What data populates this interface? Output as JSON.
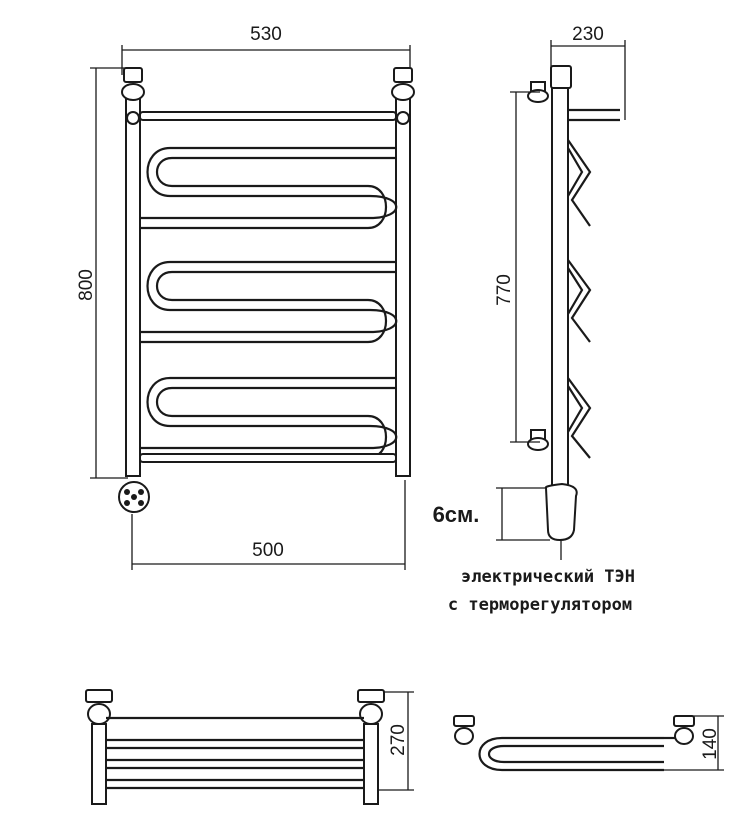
{
  "dimensions": {
    "overall_width": "530",
    "depth": "230",
    "height": "800",
    "riser_height": "770",
    "center_distance": "500",
    "heater_length": "6см.",
    "bottom_depth": "270",
    "side_depth": "140"
  },
  "heater_label": {
    "line1": "электрический  ТЭН",
    "line2": "с терморегулятором"
  },
  "colors": {
    "ink": "#1a1a1a",
    "background": "#ffffff"
  }
}
